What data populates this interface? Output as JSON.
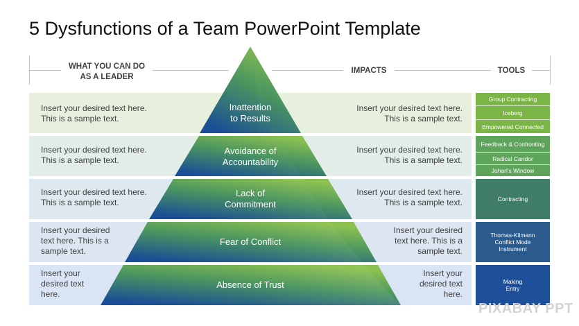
{
  "title": "5 Dysfunctions of a Team PowerPoint Template",
  "headers": {
    "leader_line1": "WHAT YOU CAN DO",
    "leader_line2": "AS A LEADER",
    "impacts": "IMPACTS",
    "tools": "TOOLS"
  },
  "levels": [
    {
      "label_line1": "Inattention",
      "label_line2": "to Results",
      "left_line1": "Insert your desired text here.",
      "left_line2": "This is a sample text.",
      "left_line3": "",
      "right_line1": "Insert your desired text here.",
      "right_line2": "This is a sample text.",
      "right_line3": ""
    },
    {
      "label_line1": "Avoidance of",
      "label_line2": "Accountability",
      "left_line1": "Insert your desired text here.",
      "left_line2": "This is a sample text.",
      "left_line3": "",
      "right_line1": "Insert your desired text here.",
      "right_line2": "This is a sample text.",
      "right_line3": ""
    },
    {
      "label_line1": "Lack of",
      "label_line2": "Commitment",
      "left_line1": "Insert your desired text here.",
      "left_line2": "This is a sample text.",
      "left_line3": "",
      "right_line1": "Insert your desired text here.",
      "right_line2": "This is a sample text.",
      "right_line3": ""
    },
    {
      "label_line1": "Fear of Conflict",
      "label_line2": "",
      "left_line1": "Insert your desired",
      "left_line2": "text here. This is a",
      "left_line3": "sample text.",
      "right_line1": "Insert your desired",
      "right_line2": "text here. This is a",
      "right_line3": "sample text."
    },
    {
      "label_line1": "Absence of Trust",
      "label_line2": "",
      "left_line1": "Insert your",
      "left_line2": "desired text",
      "left_line3": "here.",
      "right_line1": "Insert your",
      "right_line2": "desired text",
      "right_line3": "here."
    }
  ],
  "tools": {
    "level1": [
      "Group Contracting",
      "Iceberg",
      "Empowered Connected"
    ],
    "level2": [
      "Feedback & Confronting",
      "Radical Candor",
      "Johari's Window"
    ],
    "level3": [
      "Contracting"
    ],
    "level4": [
      "Thomas-Kilmann Conflict Mode Instrument"
    ],
    "level5": [
      "Making Entry"
    ]
  },
  "colors": {
    "pyramid_top": "#8dc14f",
    "pyramid_bottom": "#1a4e96",
    "tool_level1": "#7cb547",
    "tool_level2": "#5fa45b",
    "tool_level3": "#3f7d6a",
    "tool_level4": "#2b5b8c",
    "tool_level5": "#1e4f99",
    "band_level1": "#e6f0dc",
    "band_level2": "#e1ede6",
    "band_level3": "#dde9ee",
    "band_level4": "#dbe6f1",
    "band_level5": "#d9e5f4"
  },
  "watermark": "PIXABAY PPT"
}
